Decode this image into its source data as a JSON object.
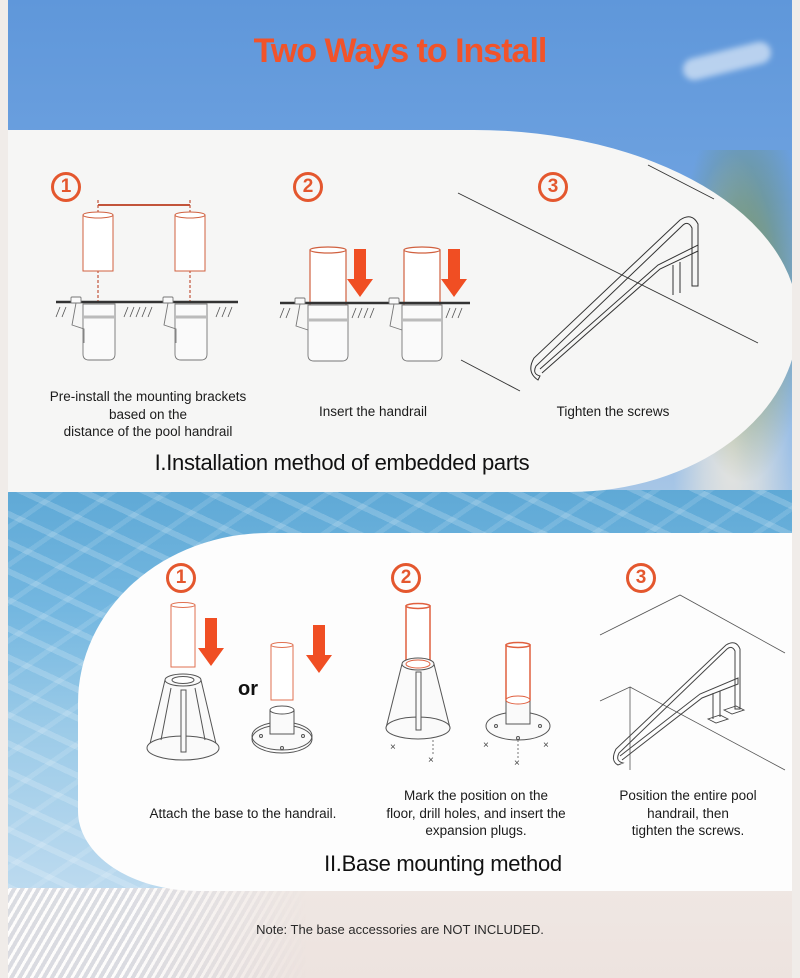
{
  "title": "Two Ways to Install",
  "colors": {
    "accent": "#e4572e",
    "arrow": "#f04e23",
    "text": "#1b1b1b"
  },
  "method_1": {
    "heading": "I.Installation method of embedded parts",
    "steps": [
      {
        "number": "1",
        "caption_lines": [
          "Pre-install the mounting brackets",
          "based on the",
          "distance of the pool handrail"
        ],
        "illustration": "mounting-brackets-distance"
      },
      {
        "number": "2",
        "caption_lines": [
          "Insert the handrail"
        ],
        "illustration": "insert-handrail-into-brackets"
      },
      {
        "number": "3",
        "caption_lines": [
          "Tighten the screws"
        ],
        "illustration": "installed-handrail"
      }
    ]
  },
  "method_2": {
    "heading": "II.Base mounting method",
    "or_label": "or",
    "steps": [
      {
        "number": "1",
        "caption_lines": [
          "Attach the base to the handrail."
        ],
        "illustration": "attach-base-options"
      },
      {
        "number": "2",
        "caption_lines": [
          "Mark the position on the",
          "floor, drill holes, and insert the",
          "expansion plugs."
        ],
        "illustration": "mark-drill-bases"
      },
      {
        "number": "3",
        "caption_lines": [
          "Position the entire pool",
          "handrail, then",
          "tighten the screws."
        ],
        "illustration": "positioned-handrail"
      }
    ]
  },
  "note": "Note: The base accessories are NOT INCLUDED."
}
